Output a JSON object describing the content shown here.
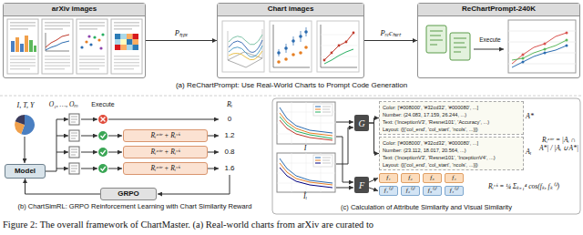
{
  "diagram": {
    "caption": "Figure 2: The overall framework of ChartMaster. (a) Real-world charts from arXiv are curated to",
    "nodes": [
      {
        "text": [
          "arXiv images"
        ]
      },
      {
        "text": [
          "Chart images"
        ]
      },
      {
        "text": [
          "ReChartPrompt-240K"
        ]
      },
      {
        "text": [
          "Model"
        ]
      },
      {
        "text": [
          "Rᵢᵃᵗᵗʳ + Rᵢᵛⁱˢ"
        ]
      },
      {
        "text": [
          "Rᵢᵃᵗᵗʳ + Rᵢᵛⁱˢ"
        ]
      },
      {
        "text": [
          "Rᵢᵃᵗᵗʳ + Rᵢᵛⁱˢ"
        ]
      },
      {
        "text": [
          "GRPO"
        ]
      },
      {
        "text": [
          "G"
        ]
      },
      {
        "text": [
          "Color: ['#008000', '#32cd32', '#000080', ...]",
          "Number: (24.083, 17.159, 26.244, ...)",
          "Text: ('InceptionV3', 'Resnet101', 'Accuracy', ...)",
          "Layout: ([{'col_end', 'col_start', 'ncols', ...}])"
        ]
      },
      {
        "text": [
          "Color: ['#008000', '#32cd32', '#000080', ...]",
          "Number: (23.112, 18.017, 20.564, ...)",
          "Text: ('InceptionV3', 'Resnet101', 'InceptionV4', ...)",
          "Layout: ([{'col_end', 'col_start', 'ncols', ...}])"
        ]
      },
      {
        "text": [
          "F"
        ]
      },
      {
        "text": [
          "f₁"
        ]
      },
      {
        "text": [
          "f₂"
        ]
      },
      {
        "text": [
          "f₃"
        ]
      },
      {
        "text": [
          "f₄"
        ]
      },
      {
        "text": [
          "f₁⁽ⁱ⁾"
        ]
      },
      {
        "text": [
          "f₂⁽ⁱ⁾"
        ]
      },
      {
        "text": [
          "f₃⁽ⁱ⁾"
        ]
      },
      {
        "text": [
          "f₄⁽ⁱ⁾"
        ]
      }
    ],
    "edges": [
      {
        "from": 0,
        "to": 1,
        "arrow": "to",
        "label": "Pₜᵧₚₑ"
      },
      {
        "from": 1,
        "to": 2,
        "arrow": "to",
        "label": "Pᵣₑcₕₐᵣₜ"
      },
      {
        "from": 7,
        "to": 3,
        "arrow": "to"
      },
      {
        "from": 8,
        "to": 9,
        "arrow": "to"
      },
      {
        "from": 8,
        "to": 10,
        "arrow": "to"
      }
    ],
    "labels": [
      "(a) ReChartPrompt: Use Real-World Charts to Prompt Code Generation",
      "Execute",
      "I, T, Y",
      "O₁, …, Oₘ",
      "Execute",
      "Rᵢ",
      "0",
      "1.2",
      "0.8",
      "1.6",
      "(b) ChartSimRL: GRPO Reinforcement Learning with Chart Similarity Reward",
      "I",
      "Îᵢ",
      "A*",
      "Aᵢ",
      "Rᵢᵃᵗᵗʳ = |Aᵢ ∩ A*| / |Aᵢ ∪ A*|",
      "Rᵢᵛⁱˢ = ¼ Σₖ₌₁⁴ cos(fₖ, fₖ⁽ⁱ⁾)",
      "(c) Calculation of Attribute Similarity and Visual Similarity"
    ]
  }
}
